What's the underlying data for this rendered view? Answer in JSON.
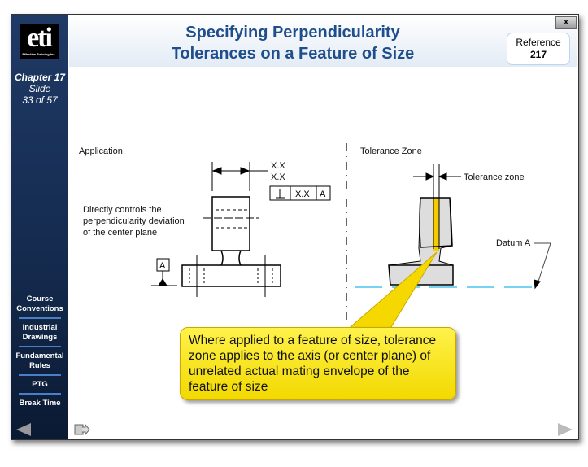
{
  "logo": {
    "text": "eti",
    "tagline": "Effective Training Inc."
  },
  "chapter": {
    "label": "Chapter 17",
    "slide": "Slide",
    "position": "33 of 57"
  },
  "nav": [
    "Course Conventions",
    "Industrial Drawings",
    "Fundamental Rules",
    "PTG",
    "Break Time"
  ],
  "title": {
    "line1": "Specifying Perpendicularity",
    "line2": "Tolerances on a Feature of Size"
  },
  "reference": {
    "label": "Reference",
    "number": "217"
  },
  "close": "x",
  "application": {
    "heading": "Application",
    "dim1": "X.X",
    "dim2": "X.X",
    "fcf_tol": "X.X",
    "fcf_datum": "A",
    "datum": "A",
    "note": [
      "Directly controls the",
      "perpendicularity deviation",
      "of the center plane"
    ]
  },
  "zone": {
    "heading": "Tolerance Zone",
    "tol_label": "Tolerance zone",
    "datum_label": "Datum A"
  },
  "callout": "Where applied to a feature of size, tolerance zone applies to the axis (or center plane) of unrelated actual mating envelope of the feature of size",
  "colors": {
    "navy": "#1f3a66",
    "title": "#1f4e8c",
    "callout": "#fff24a",
    "datum_line": "#4cc3f0"
  }
}
